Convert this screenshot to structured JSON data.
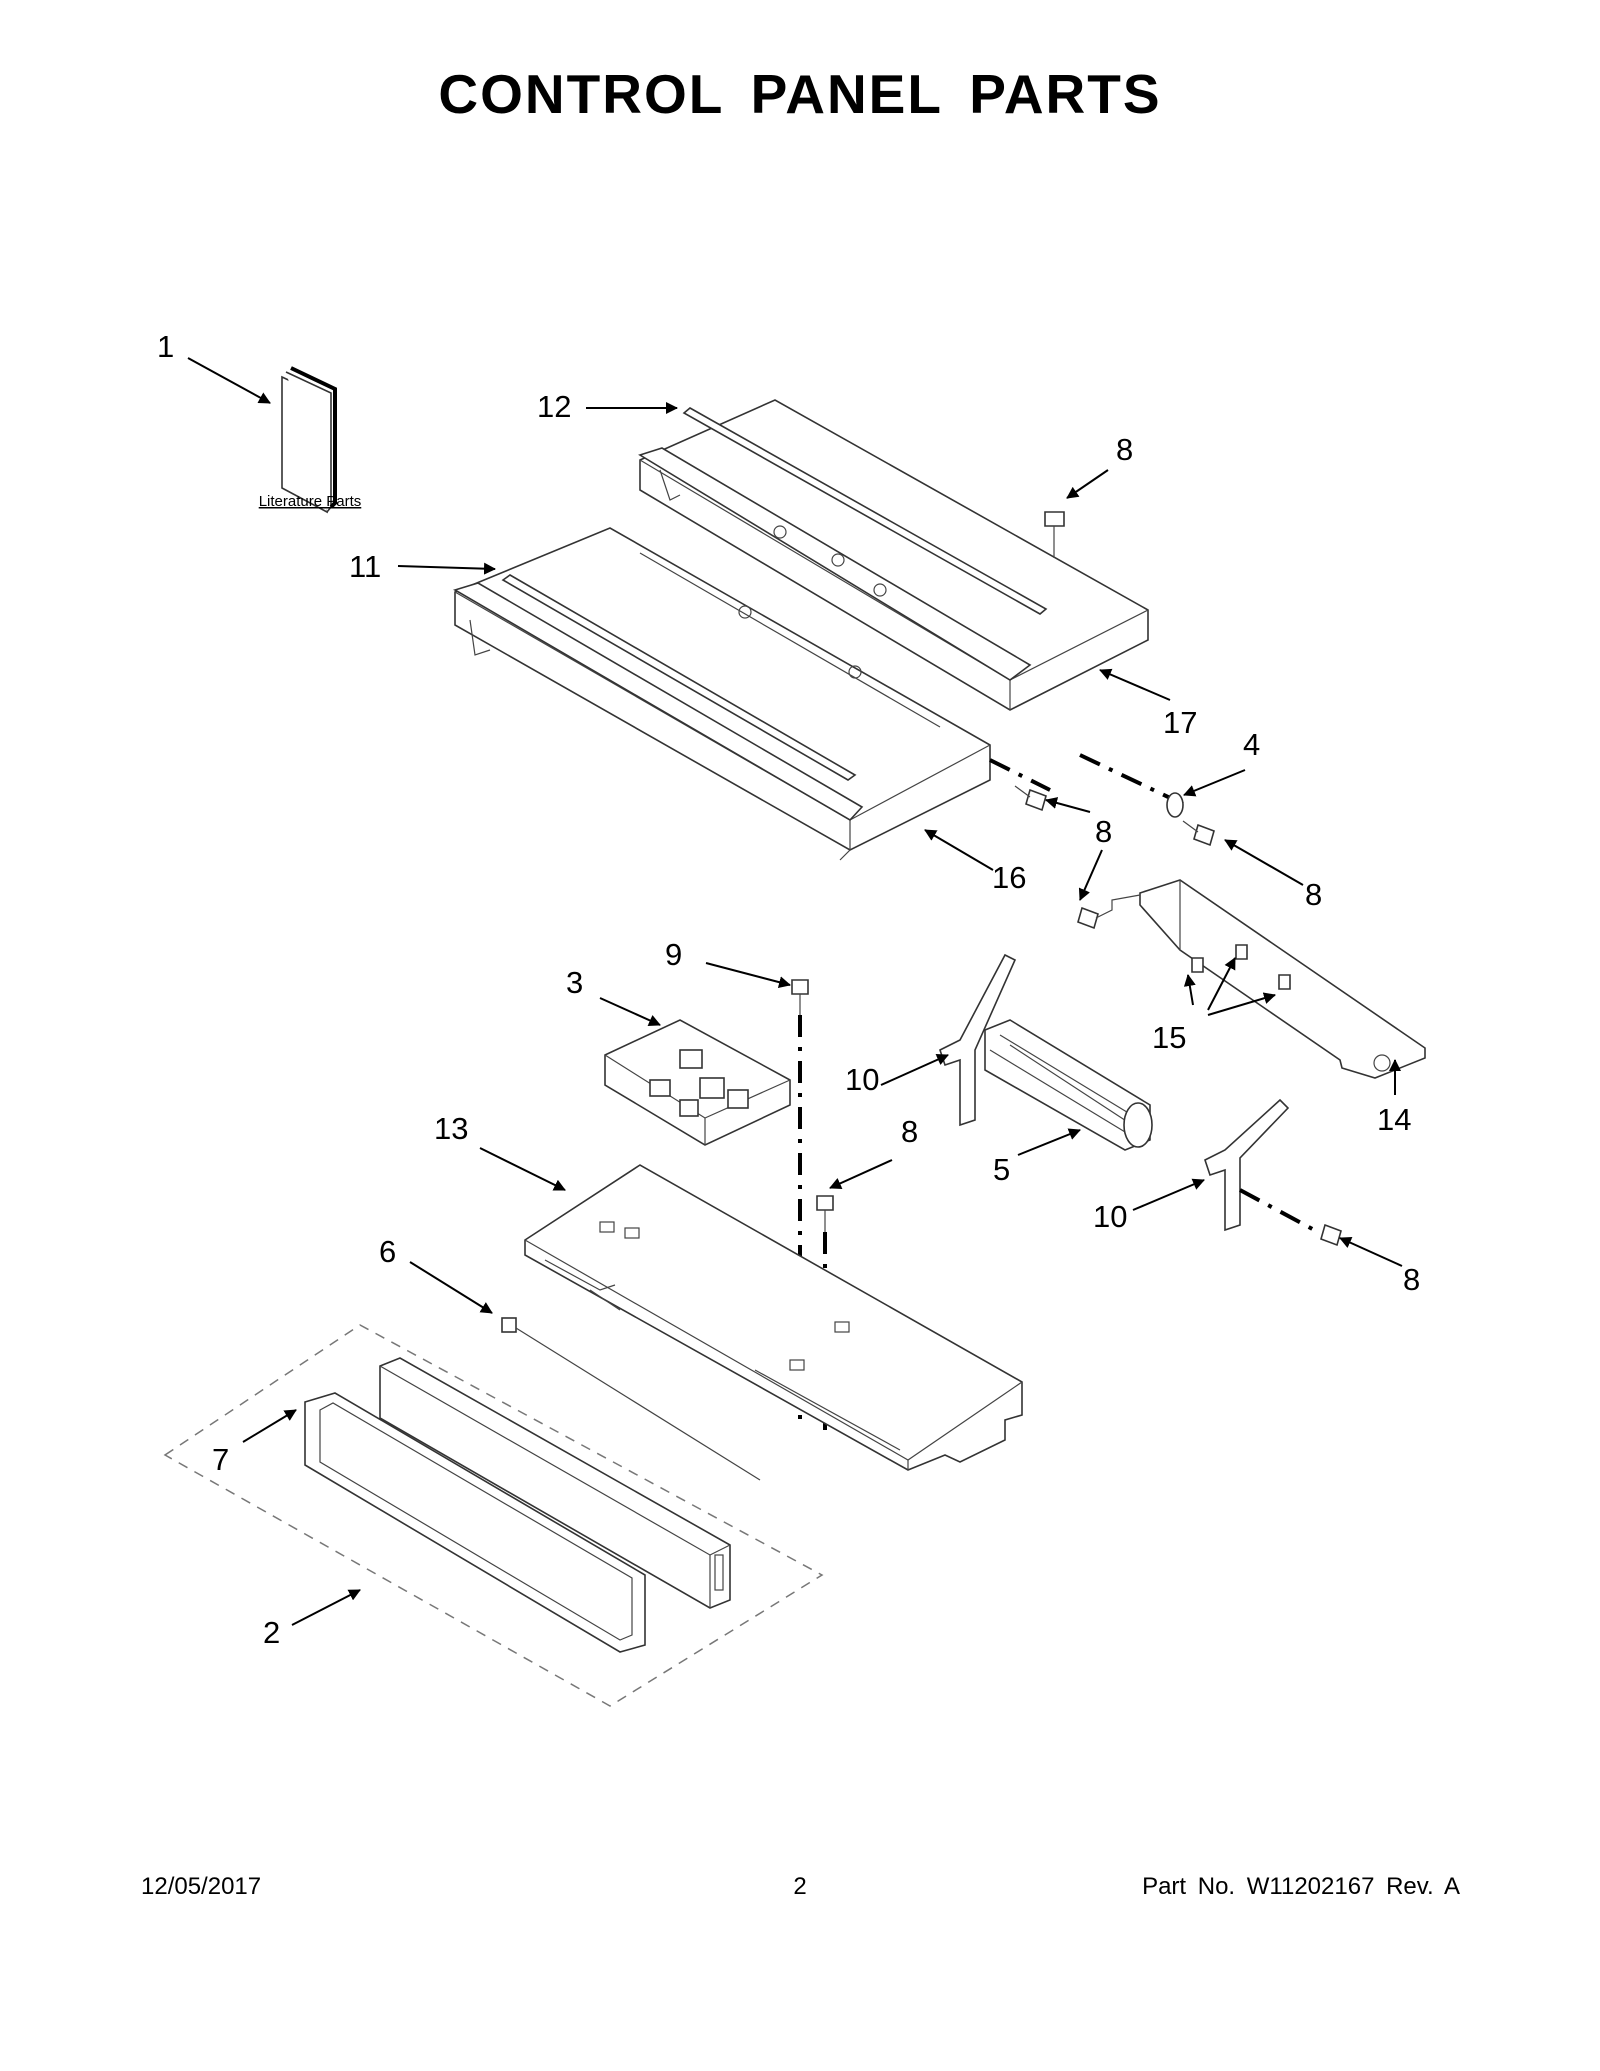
{
  "title": "CONTROL PANEL PARTS",
  "literature_label": "Literature Parts",
  "callouts": [
    "1",
    "12",
    "8",
    "11",
    "17",
    "4",
    "8",
    "16",
    "8",
    "9",
    "3",
    "10",
    "15",
    "14",
    "13",
    "8",
    "5",
    "10",
    "6",
    "8",
    "7",
    "2"
  ],
  "footer": {
    "date": "12/05/2017",
    "page": "2",
    "part_no": "Part No.  W11202167  Rev.  A"
  }
}
